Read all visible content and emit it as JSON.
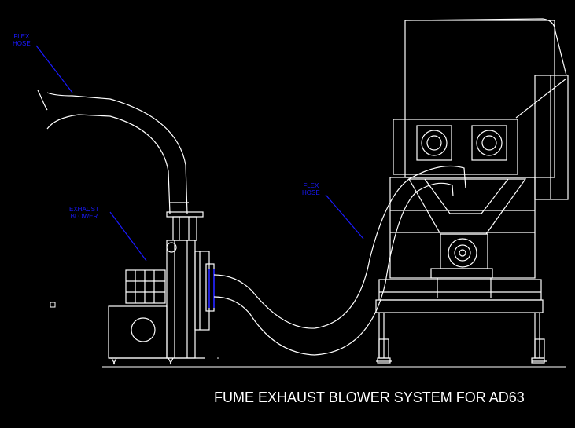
{
  "labels": {
    "flex_hose_top": {
      "line1": "FLEX",
      "line2": "HOSE"
    },
    "flex_hose_right": {
      "line1": "FLEX",
      "line2": "HOSE"
    },
    "exhaust_blower": {
      "line1": "EXHAUST",
      "line2": "BLOWER"
    }
  },
  "title": "FUME EXHAUST BLOWER SYSTEM FOR AD63",
  "colors": {
    "background": "#000000",
    "lines": "#ffffff",
    "leaders": "#1a1aff"
  }
}
